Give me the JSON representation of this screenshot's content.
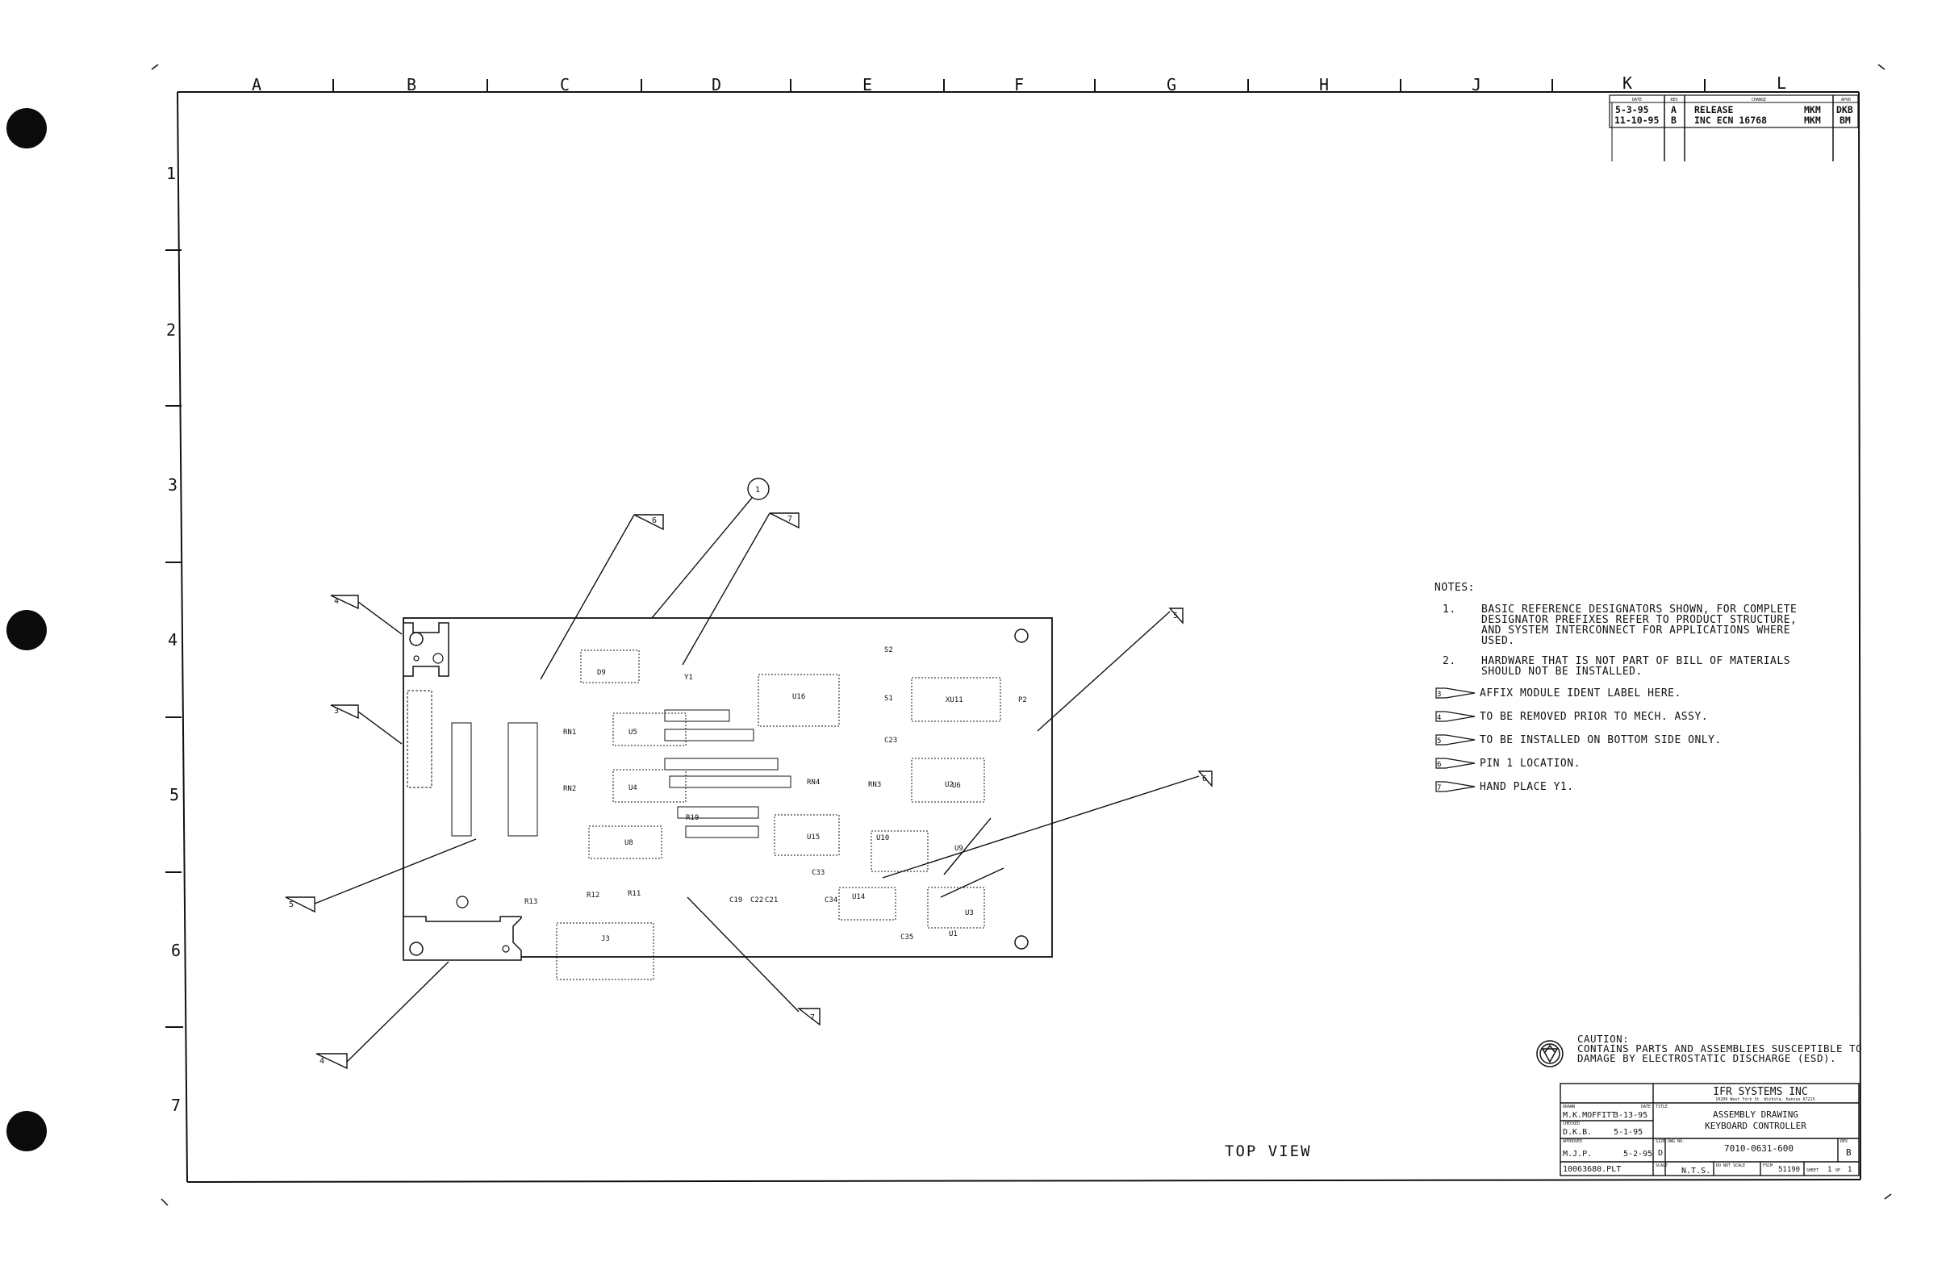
{
  "columns": [
    "A",
    "B",
    "C",
    "D",
    "E",
    "F",
    "G",
    "H",
    "J",
    "K",
    "L"
  ],
  "rows": [
    "1",
    "2",
    "3",
    "4",
    "5",
    "6",
    "7"
  ],
  "revision_block": {
    "headers": [
      "DATE",
      "REV",
      "CHANGE",
      "APVD"
    ],
    "rows": [
      {
        "date": "5-3-95",
        "rev": "A",
        "change": "RELEASE",
        "by": "MKM",
        "apvd": "DKB"
      },
      {
        "date": "11-10-95",
        "rev": "B",
        "change": "INC ECN 16768",
        "by": "MKM",
        "apvd": "BM"
      }
    ]
  },
  "notes": {
    "heading": "NOTES:",
    "items": [
      {
        "num": "1.",
        "text": "BASIC REFERENCE DESIGNATORS SHOWN, FOR COMPLETE DESIGNATOR PREFIXES REFER TO PRODUCT STRUCTURE, AND SYSTEM INTERCONNECT FOR APPLICATIONS WHERE USED."
      },
      {
        "num": "2.",
        "text": "HARDWARE THAT IS NOT PART OF BILL OF MATERIALS SHOULD NOT BE INSTALLED."
      }
    ],
    "flags": [
      {
        "num": "3",
        "text": "AFFIX MODULE IDENT LABEL HERE."
      },
      {
        "num": "4",
        "text": "TO BE REMOVED PRIOR TO MECH. ASSY."
      },
      {
        "num": "5",
        "text": "TO BE INSTALLED ON BOTTOM SIDE ONLY."
      },
      {
        "num": "6",
        "text": "PIN 1 LOCATION."
      },
      {
        "num": "7",
        "text": "HAND PLACE Y1."
      }
    ]
  },
  "caution": {
    "title": "CAUTION:",
    "line1": "CONTAINS PARTS AND ASSEMBLIES SUSCEPTIBLE TO",
    "line2": "DAMAGE BY ELECTROSTATIC DISCHARGE (ESD)."
  },
  "view_label": "TOP VIEW",
  "title_block": {
    "company": "IFR SYSTEMS INC",
    "address": "10200 West York St. Wichita, Kansas 67215",
    "drawn_label": "DRAWN",
    "drawn_by": "M.K.MOFFITT",
    "drawn_date": "3-13-95",
    "checked_label": "CHECKED",
    "checked_by": "D.K.B.",
    "checked_date": "5-1-95",
    "approved_label": "APPROVED",
    "approved_by": "M.J.P.",
    "approved_date": "5-2-95",
    "date_label": "DATE",
    "title_label": "TITLE",
    "title_line1": "ASSEMBLY DRAWING",
    "title_line2": "KEYBOARD CONTROLLER",
    "size_label": "SIZE",
    "size": "D",
    "dwg_label": "DWG NO.",
    "dwg_no": "7010-0631-600",
    "rev_label": "REV",
    "rev": "B",
    "file": "10063680.PLT",
    "scale_label": "SCALE",
    "scale": "N.T.S.",
    "do_not_scale": "DO NOT SCALE",
    "fscm_label": "FSCM",
    "fscm": "51190",
    "sheet_label": "SHEET",
    "sheet": "1",
    "of_label": "OF",
    "sheets": "1"
  },
  "callouts": {
    "balloon": "1",
    "flags": [
      "6",
      "7",
      "4",
      "3",
      "5",
      "5",
      "6",
      "7",
      "4"
    ]
  },
  "board": {
    "labels": [
      "U16",
      "XU11",
      "P2",
      "U5",
      "U4",
      "U6",
      "U15",
      "U10",
      "U2",
      "U3",
      "U1",
      "U8",
      "U14",
      "U9",
      "RN1",
      "RN2",
      "RN4",
      "RN3",
      "S1",
      "S2",
      "Y1",
      "D9",
      "J3",
      "R19",
      "R12",
      "R13",
      "R11",
      "C19",
      "C21",
      "C22",
      "C34",
      "C33",
      "C35",
      "C23"
    ]
  }
}
